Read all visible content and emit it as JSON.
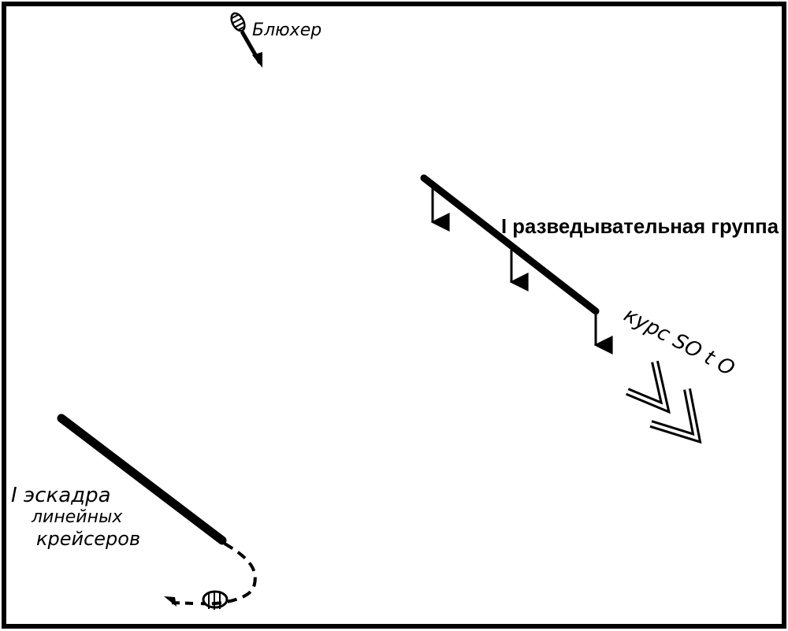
{
  "labels": {
    "bluecher": "Блюхер",
    "recon_group": "I разведывательная группа",
    "course": "курс SO t O",
    "squadron_line1": "I эскадра",
    "squadron_line2": "линейных",
    "squadron_line3": "крейсеров"
  },
  "colors": {
    "ink": "#000000",
    "paper": "#ffffff"
  }
}
